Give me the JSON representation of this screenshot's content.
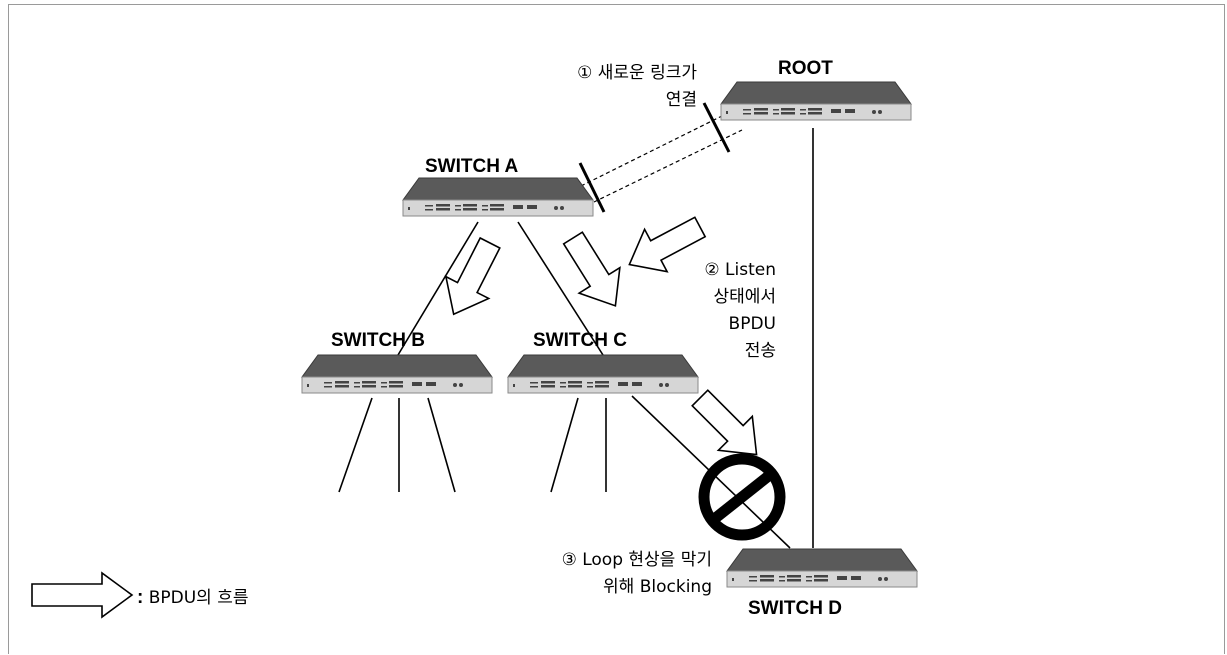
{
  "switches": {
    "root": "ROOT",
    "a": "SWITCH A",
    "b": "SWITCH B",
    "c": "SWITCH C",
    "d": "SWITCH D"
  },
  "notes": {
    "step1_line1": "① 새로운 링크가",
    "step1_line2": "연결",
    "step2_line1": "② Listen",
    "step2_line2": "상태에서",
    "step2_line3": "BPDU",
    "step2_line4": "전송",
    "step3_line1": "③ Loop 현상을 막기",
    "step3_line2": "위해 Blocking"
  },
  "legend": {
    "colon": ":",
    "label": "BPDU의 흐름"
  },
  "colors": {
    "switch_top": "#5a5a5a",
    "switch_front": "#d6d6d6",
    "line": "#000000",
    "frame": "#9a9a9a"
  },
  "icons": {
    "switch": "network-switch-icon",
    "arrow": "hollow-arrow-icon",
    "blocked": "no-entry-icon"
  }
}
